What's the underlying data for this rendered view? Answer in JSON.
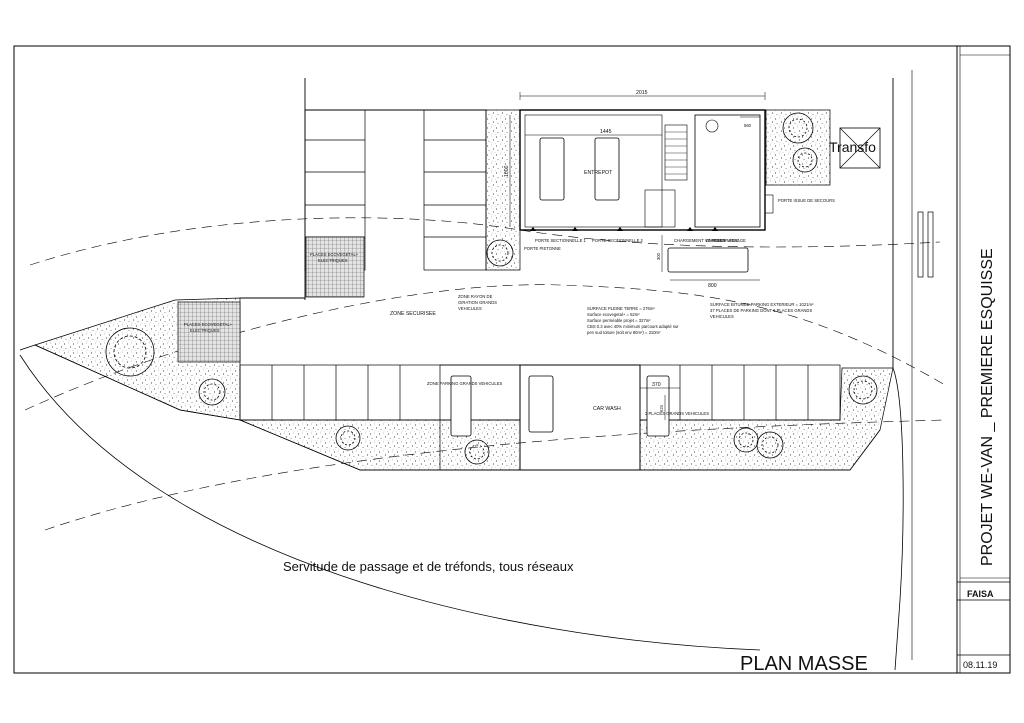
{
  "title_block": {
    "project": "PROJET WE-VAN _ PREMIERE ESQUISSE",
    "author": "FAISA",
    "date": "08.11.19"
  },
  "plan_title": "PLAN MASSE",
  "servitude": "Servitude de passage et de tréfonds, tous réseaux",
  "transfo": "Transfo",
  "dimensions": {
    "overall_width": "2015",
    "entrepot_width": "1445",
    "entrepot_depth": "1000",
    "office_width": "560",
    "right_width": "800",
    "side_height": "300",
    "carwash_width": "370",
    "carwash_depth": "624"
  },
  "building": {
    "entrepot": "ENTREPOT",
    "porte_sectionnelle_1": "PORTE SECTIONNELLE 1",
    "porte_sectionnelle_2": "PORTE SECTIONNELLE 2",
    "porte_pietonne": "PORTE PIETONNE",
    "porte_issue_secours": "PORTE ISSUE DE SECOURS",
    "chargement": "CHARGEMENT VEHICULE",
    "entree_public": "ENTREE PUBLIC",
    "porte_vitrage": "PORTE VITRAGE"
  },
  "zones": {
    "places_eco_1": [
      "PLACES ECOVEGETAL+",
      "ELECTRIQUES"
    ],
    "places_eco_2": [
      "PLACES ECOVEGETAL+",
      "ELECTRIQUES"
    ],
    "zone_securisee": "ZONE SECURISEE",
    "zone_rayon": [
      "ZONE RAYON DE",
      "GIRATION GRANDS",
      "VEHICULES"
    ],
    "zone_parking_grands": "ZONE PARKING GRANDS VEHICULES",
    "car_wash": "CAR WASH",
    "places_grands": "2 PLACES GRANDS VEHICULES"
  },
  "surfaces": {
    "left": [
      "SURFACE PLEINE TERRE = 276m²",
      "Surface ecovegetal+ = 52m²",
      "Surface perméable projet = 327m²",
      "CBS 0.3 avec 40% minimum parcours adapté sur",
      "pen sud toiture (soit env 80m²) = 310m²"
    ],
    "right": [
      "SURFACE BITUMEE PARKING EXTERIEUR = 1021m²",
      "",
      "37 PLACES DE PARKING DONT 6 PLACES GRANDS",
      "VEHICULES"
    ]
  }
}
